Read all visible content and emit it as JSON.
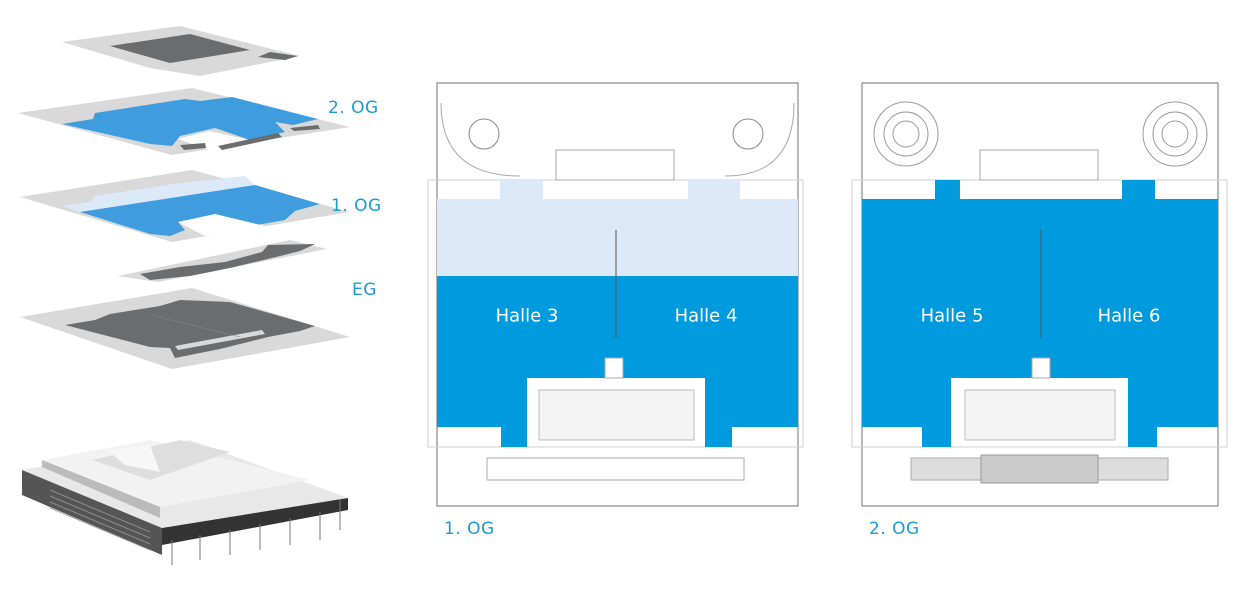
{
  "colors": {
    "accent": "#1a9ad6",
    "hall_blue": "#009ade",
    "hall_light": "#dbe9f8",
    "iso_blue": "#3f9ddf",
    "iso_dark": "#6b6c6e"
  },
  "exploded_view": {
    "labels": {
      "og2": "2. OG",
      "og1": "1. OG",
      "eg": "EG"
    }
  },
  "plans": [
    {
      "caption": "1. OG",
      "halls": [
        "Halle 3",
        "Halle 4"
      ]
    },
    {
      "caption": "2. OG",
      "halls": [
        "Halle 5",
        "Halle 6"
      ]
    }
  ]
}
